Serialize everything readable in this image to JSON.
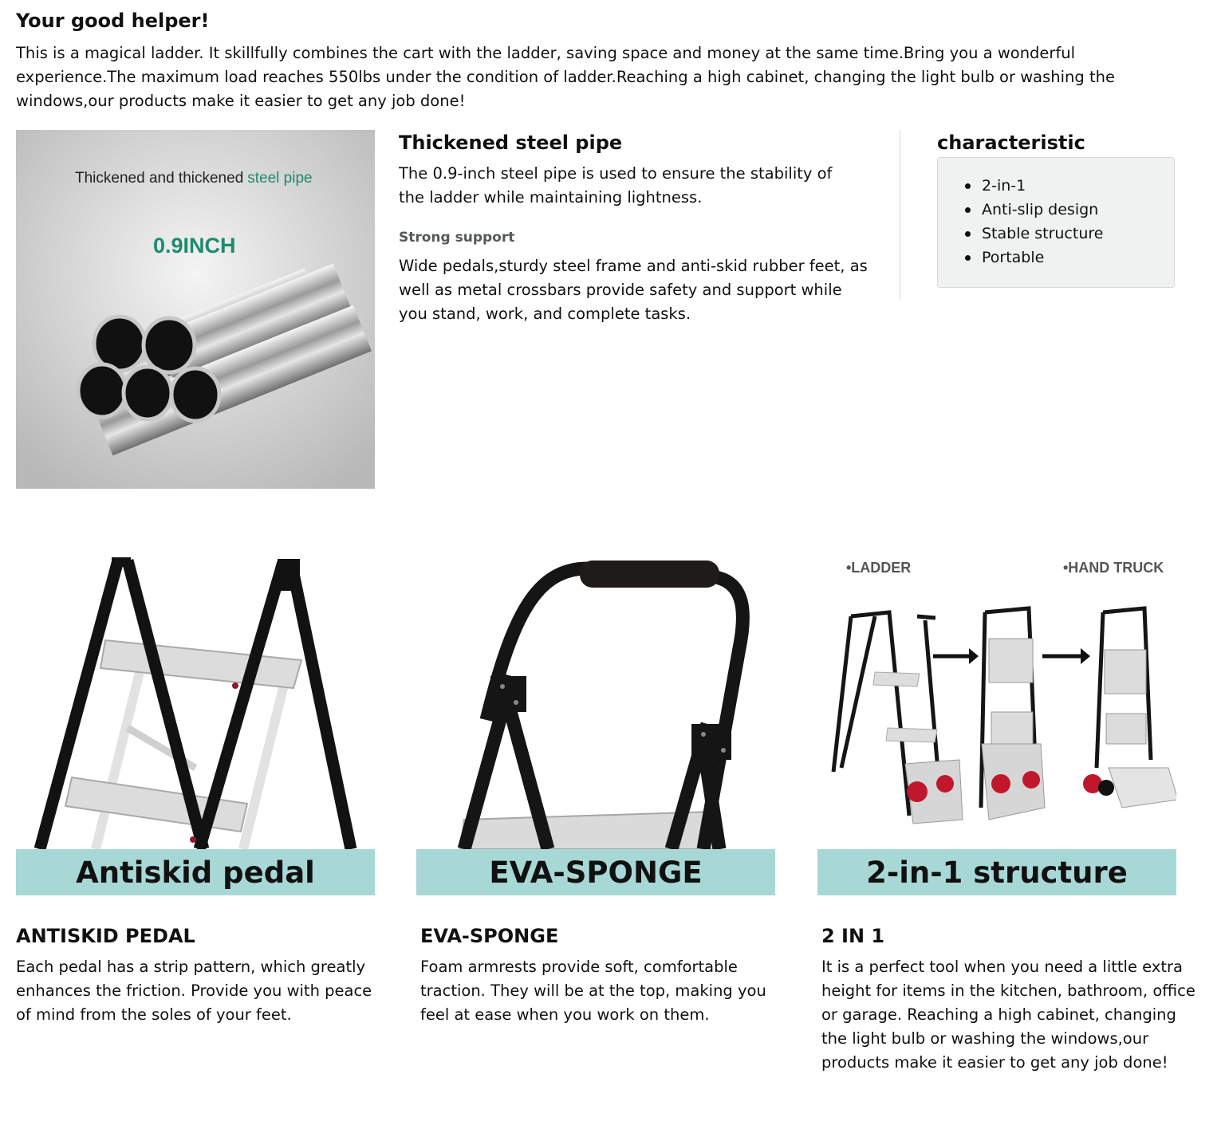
{
  "intro": {
    "title": "Your good helper!",
    "text": "This is a magical ladder. It skillfully combines the cart with the ladder, saving space and money at the same time.Bring you a wonderful experience.The maximum load reaches 550lbs under the condition of ladder.Reaching a high cabinet, changing the light bulb or washing the windows,our products make it easier to get any job done!"
  },
  "pipe_image": {
    "caption_prefix": "Thickened and thickened",
    "caption_highlight": "steel pipe",
    "size_label": "0.9INCH",
    "accent_color": "#1e8a6e"
  },
  "steel": {
    "title": "Thickened steel pipe",
    "text": "The 0.9-inch steel pipe is used to ensure the stability of the ladder while maintaining lightness.",
    "support_title": "Strong support",
    "support_text": "Wide pedals,sturdy steel frame and anti-skid rubber feet, as well as metal crossbars provide safety and support while you stand, work, and complete tasks."
  },
  "characteristic": {
    "title": "characteristic",
    "items": [
      "2-in-1",
      "Anti-slip design",
      "Stable structure",
      "Portable"
    ]
  },
  "features": [
    {
      "band_label": "Antiskid pedal",
      "title": "ANTISKID PEDAL",
      "desc": "Each pedal has a strip pattern, which greatly enhances the friction. Provide you with peace of mind from the soles of your feet.",
      "band_color": "#a8d8d6"
    },
    {
      "band_label": "EVA-SPONGE",
      "title": "EVA-SPONGE",
      "desc": "Foam armrests provide soft, comfortable traction. They will be at the top, making you feel at ease when you work on them.",
      "band_color": "#a8d8d6"
    },
    {
      "band_label": "2-in-1 structure",
      "title": "2 IN 1",
      "desc": "It is a perfect tool when you need a little extra height for items in the kitchen, bathroom, office or garage. Reaching a high cabinet, changing the light bulb or washing the windows,our products make it easier to get any job done!",
      "band_color": "#a8d8d6",
      "label_left": "•LADDER",
      "label_right": "•HAND TRUCK"
    }
  ]
}
